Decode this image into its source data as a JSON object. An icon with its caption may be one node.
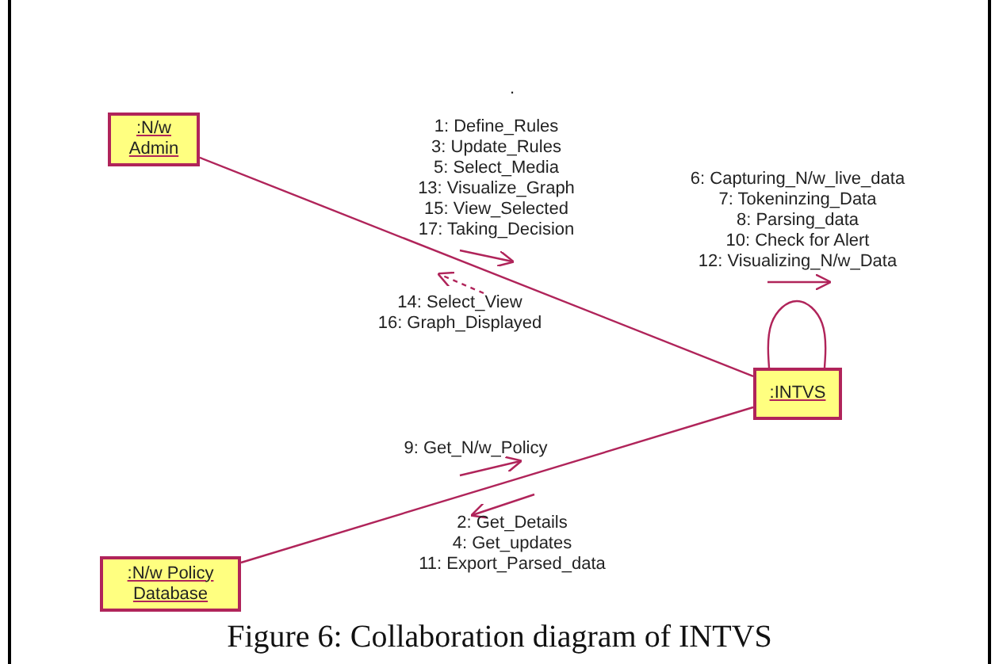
{
  "diagram": {
    "caption": "Figure 6: Collaboration diagram of INTVS",
    "nodes": [
      {
        "text": [
          ":N/w Admin"
        ]
      },
      {
        "text": [
          ":INTVS"
        ]
      },
      {
        "text": [
          ":N/w Policy Database"
        ]
      }
    ],
    "edges": [
      {
        "from": 0,
        "to": 1,
        "arrow": "none"
      },
      {
        "from": 1,
        "to": 1,
        "arrow": "none"
      },
      {
        "from": 2,
        "to": 1,
        "arrow": "none"
      }
    ],
    "labels": [
      ".",
      "1: Define_Rules",
      "3: Update_Rules",
      "5: Select_Media",
      "13: Visualize_Graph",
      "15: View_Selected",
      "17: Taking_Decision",
      "14: Select_View",
      "16: Graph_Displayed",
      "6: Capturing_N/w_live_data",
      "7: Tokeninzing_Data",
      "8: Parsing_data",
      "10: Check for Alert",
      "12: Visualizing_N/w_Data",
      "9: Get_N/w_Policy",
      "2: Get_Details",
      "4: Get_updates",
      "11: Export_Parsed_data"
    ]
  }
}
